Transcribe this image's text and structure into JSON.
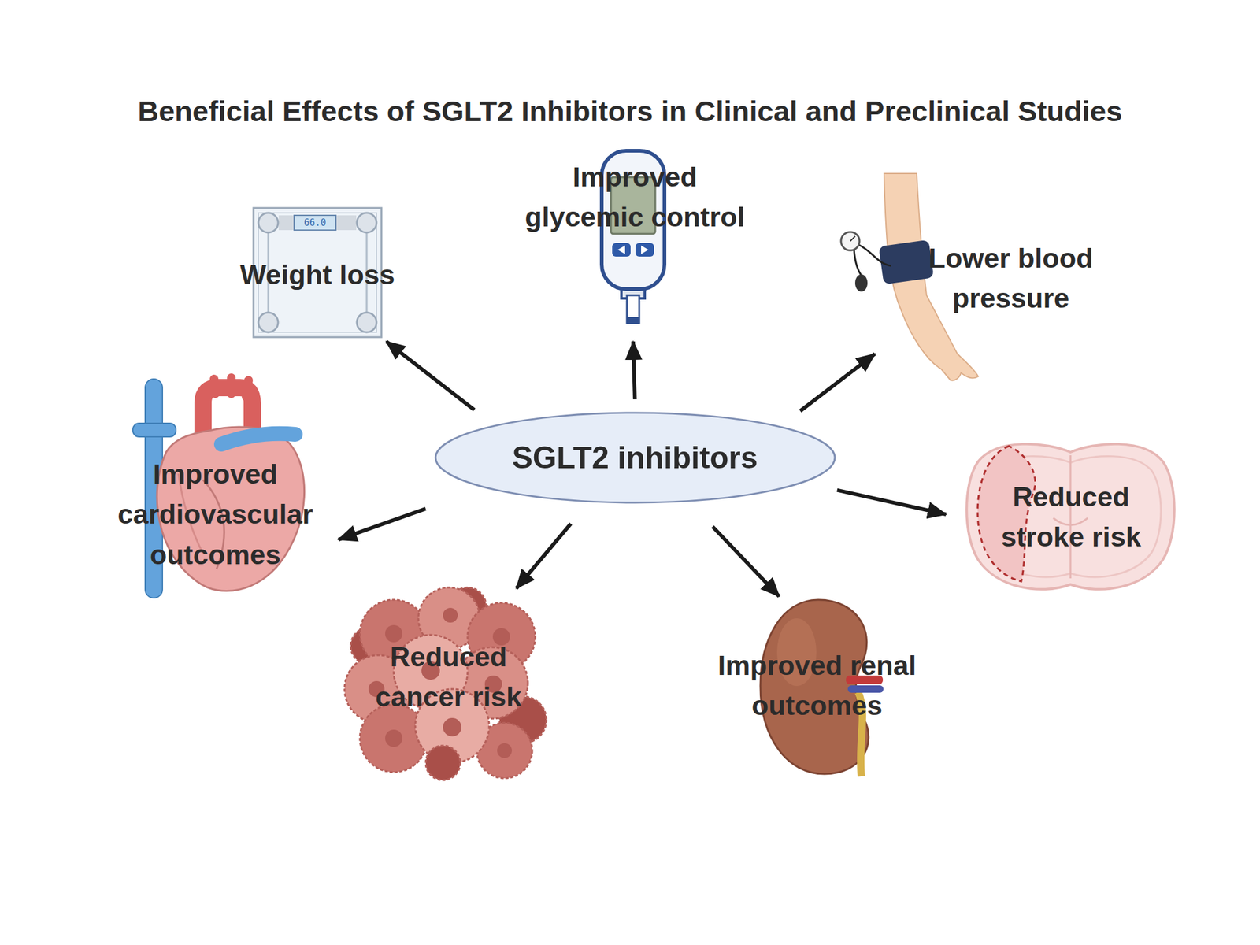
{
  "diagram": {
    "title": "Beneficial Effects of SGLT2 Inhibitors in Clinical and Preclinical Studies",
    "nodes": [
      {
        "text": [
          "Improved glycemic control"
        ]
      },
      {
        "text": [
          "Weight loss"
        ]
      },
      {
        "text": [
          "Lower blood pressure"
        ]
      },
      {
        "text": [
          "Improved cardiovascular outcomes"
        ]
      },
      {
        "text": [
          "SGLT2 inhibitors"
        ]
      },
      {
        "text": [
          "Reduced stroke risk"
        ]
      },
      {
        "text": [
          "Reduced cancer risk"
        ]
      },
      {
        "text": [
          "Improved renal outcomes"
        ]
      }
    ],
    "edges": [
      {
        "from": 4,
        "to": 0,
        "arrow": "to"
      },
      {
        "from": 4,
        "to": 1,
        "arrow": "to"
      },
      {
        "from": 4,
        "to": 2,
        "arrow": "to"
      },
      {
        "from": 4,
        "to": 3,
        "arrow": "to"
      },
      {
        "from": 4,
        "to": 5,
        "arrow": "to"
      },
      {
        "from": 4,
        "to": 6,
        "arrow": "to"
      },
      {
        "from": 4,
        "to": 7,
        "arrow": "to"
      }
    ],
    "labels": [
      "66.0"
    ]
  }
}
